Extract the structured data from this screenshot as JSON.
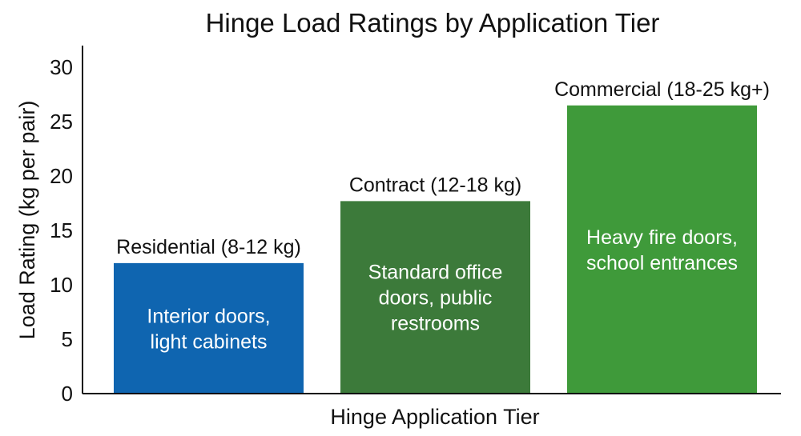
{
  "chart_data": {
    "type": "bar",
    "title": "Hinge Load Ratings by Application Tier",
    "xlabel": "Hinge Application Tier",
    "ylabel": "Load Rating (kg per pair)",
    "ylim": [
      0,
      32
    ],
    "yticks": [
      0,
      5,
      10,
      15,
      20,
      25,
      30
    ],
    "grid": false,
    "legend": "none",
    "bars": [
      {
        "label": "Residential (8-12 kg)",
        "value": 12,
        "color": "#0f65b0",
        "description": [
          "Interior doors,",
          "light cabinets"
        ]
      },
      {
        "label": "Contract (12-18 kg)",
        "value": 17.7,
        "color": "#3c7a3a",
        "description": [
          "Standard office",
          "doors, public",
          "restrooms"
        ]
      },
      {
        "label": "Commercial (18-25 kg+)",
        "value": 26.5,
        "color": "#3f9a3a",
        "description": [
          "Heavy fire doors,",
          "school entrances"
        ]
      }
    ]
  }
}
